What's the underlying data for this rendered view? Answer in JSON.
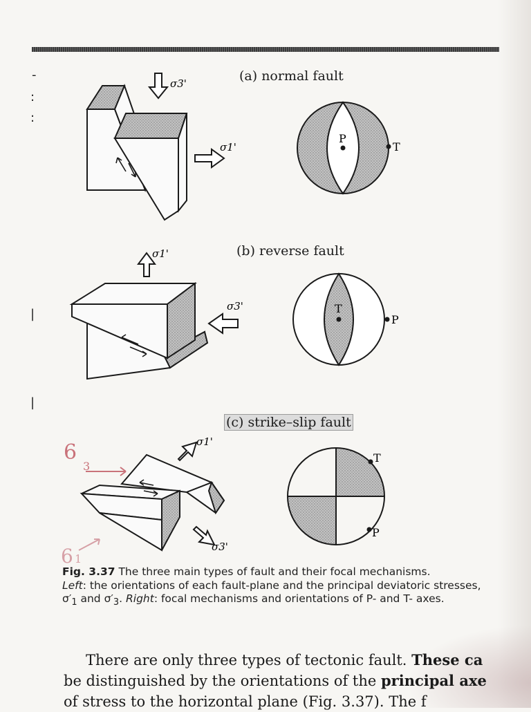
{
  "panels": [
    {
      "id": "a",
      "label": "(a) normal fault",
      "axis1": "T",
      "axis2": "P",
      "stress_a": "σ3'",
      "stress_b": "σ1'"
    },
    {
      "id": "b",
      "label": "(b) reverse fault",
      "axis1": "T",
      "axis2": "P",
      "stress_a": "σ1'",
      "stress_b": "σ3'"
    },
    {
      "id": "c",
      "label": "(c) strike–slip fault",
      "axis1": "T",
      "axis2": "P",
      "stress_a": "σ1'",
      "stress_b": "σ3'",
      "handwritten_sigma": "6",
      "handwritten_sub": "3",
      "handwritten_sigma_lower": "6",
      "handwritten_sub_lower": "1"
    }
  ],
  "caption": {
    "fig_label": "Fig. 3.37",
    "part1": " The three main types of fault and their focal mechanisms.",
    "left_label": "Left",
    "part2": ": the orientations of each fault-plane and the principal deviatoric stresses, σ′",
    "sub1": "1",
    "part3": " and σ′",
    "sub3": "3",
    "part4": ". ",
    "right_label": "Right",
    "part5": ": focal mechanisms and orientations of P- and T- axes."
  },
  "body": {
    "line1_start": "There are only three types of tectonic fault. ",
    "line1_bold": "These ca",
    "line2_start": "be distinguished by the orientations of the ",
    "line2_bold": "principal axe",
    "line3": "of stress to the horizontal plane (Fig. 3.37). The f"
  },
  "margin_marks": [
    "-",
    ":",
    ":",
    "|",
    "|"
  ],
  "colors": {
    "shade": "#b9b9b9",
    "ink": "#1a1a1a",
    "paper": "#f7f6f3",
    "handwriting": "#c9727a"
  }
}
